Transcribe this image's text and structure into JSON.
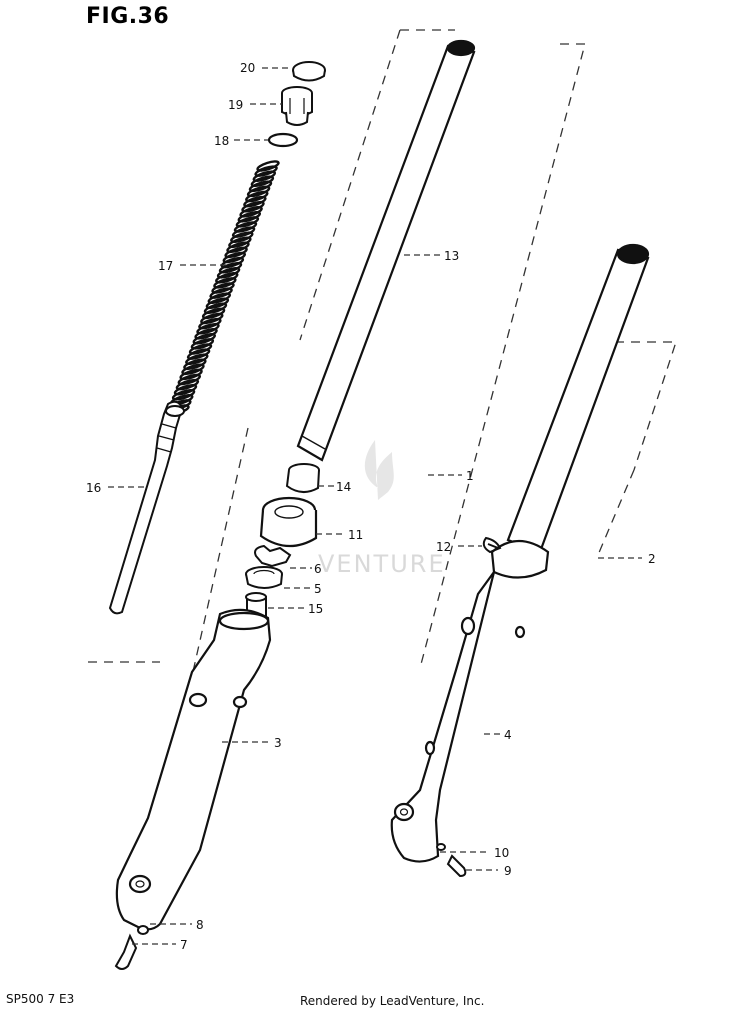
{
  "figure": {
    "title": "FIG.36",
    "code": "SP500 7 E3",
    "credit": "Rendered by LeadVenture, Inc.",
    "watermark": "VENTURE"
  },
  "callouts": [
    {
      "id": "20",
      "label": "20"
    },
    {
      "id": "19",
      "label": "19"
    },
    {
      "id": "18",
      "label": "18"
    },
    {
      "id": "17",
      "label": "17"
    },
    {
      "id": "16",
      "label": "16"
    },
    {
      "id": "13",
      "label": "13"
    },
    {
      "id": "14",
      "label": "14"
    },
    {
      "id": "11",
      "label": "11"
    },
    {
      "id": "1",
      "label": "1"
    },
    {
      "id": "12",
      "label": "12"
    },
    {
      "id": "2",
      "label": "2"
    },
    {
      "id": "6",
      "label": "6"
    },
    {
      "id": "5",
      "label": "5"
    },
    {
      "id": "15",
      "label": "15"
    },
    {
      "id": "3",
      "label": "3"
    },
    {
      "id": "4",
      "label": "4"
    },
    {
      "id": "10",
      "label": "10"
    },
    {
      "id": "9",
      "label": "9"
    },
    {
      "id": "8",
      "label": "8"
    },
    {
      "id": "7",
      "label": "7"
    }
  ],
  "colors": {
    "line": "#111111",
    "dash": "#333333",
    "watermark": "#d9d9d9"
  }
}
